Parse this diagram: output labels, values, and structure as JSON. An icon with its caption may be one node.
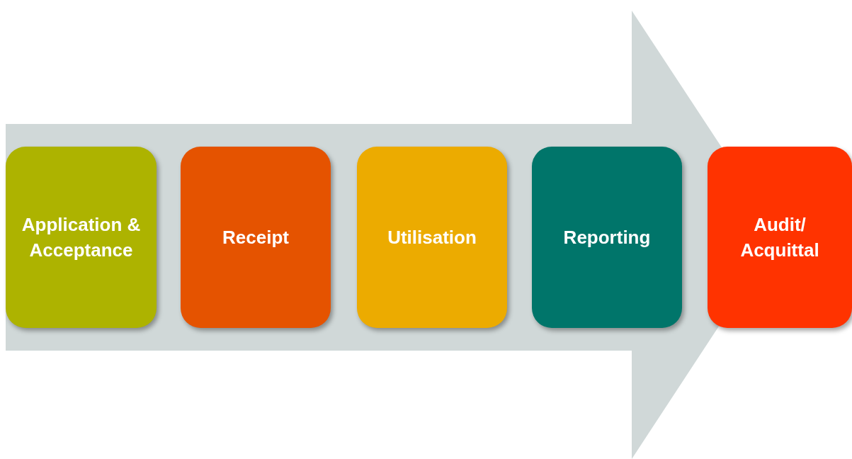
{
  "diagram": {
    "nodes": [
      {
        "text": [
          "Application & Acceptance"
        ]
      },
      {
        "text": [
          "Receipt"
        ]
      },
      {
        "text": [
          "Utilisation"
        ]
      },
      {
        "text": [
          "Reporting"
        ]
      },
      {
        "text": [
          "Audit/ Acquittal"
        ]
      }
    ],
    "edges": [
      {
        "from": 0,
        "to": 4,
        "arrow": "to"
      }
    ]
  }
}
